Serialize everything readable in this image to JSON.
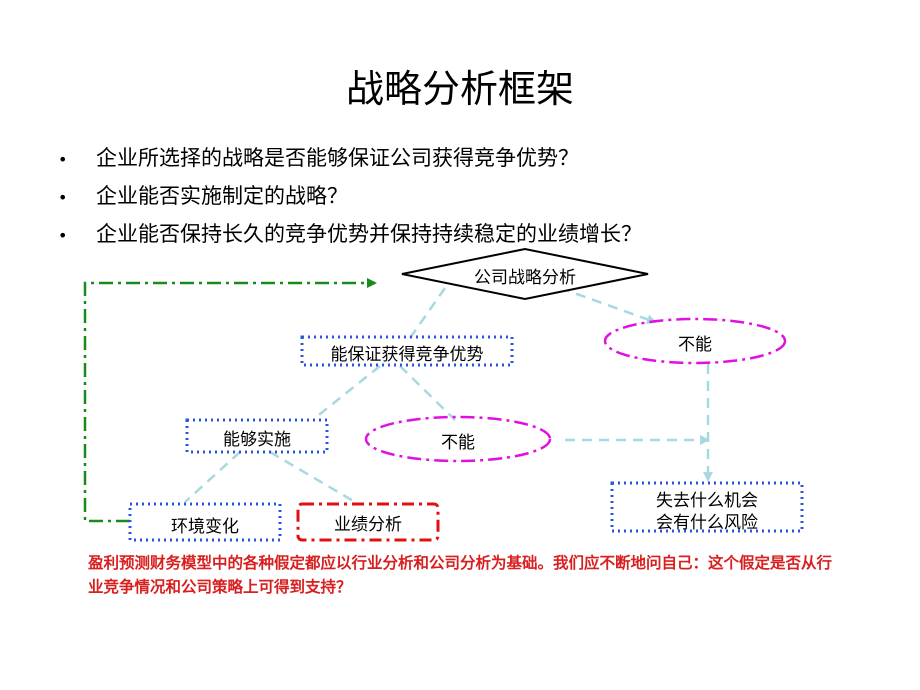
{
  "slide": {
    "title": "战略分析框架",
    "bullets": [
      "企业所选择的战略是否能够保证公司获得竞争优势？",
      "企业能否实施制定的战略？",
      "企业能否保持长久的竞争优势并保持持续稳定的业绩增长？"
    ],
    "bullet_symbol": "•"
  },
  "diagram": {
    "root": "公司战略分析",
    "advantage_yes": "能保证获得竞争优势",
    "advantage_no": "不能",
    "implement_yes": "能够实施",
    "implement_no": "不能",
    "env_change": "环境变化",
    "performance_analysis": "业绩分析",
    "risk_line1": "失去什么机会",
    "risk_line2": "会有什么风险"
  },
  "note": {
    "text": "盈利预测财务模型中的各种假定都应以行业分析和公司分析为基础。我们应不断地问自己：这个假定是否从行业竞争情况和公司策略上可得到支持？"
  },
  "colors": {
    "note_red": "#d82020",
    "blue_dotted": "#2a55e0",
    "magenta_dashdot": "#e010e0",
    "green_dashdot": "#1a8a1a",
    "connector_cyan": "#a8d8e0",
    "red_dashdot": "#e01010"
  }
}
